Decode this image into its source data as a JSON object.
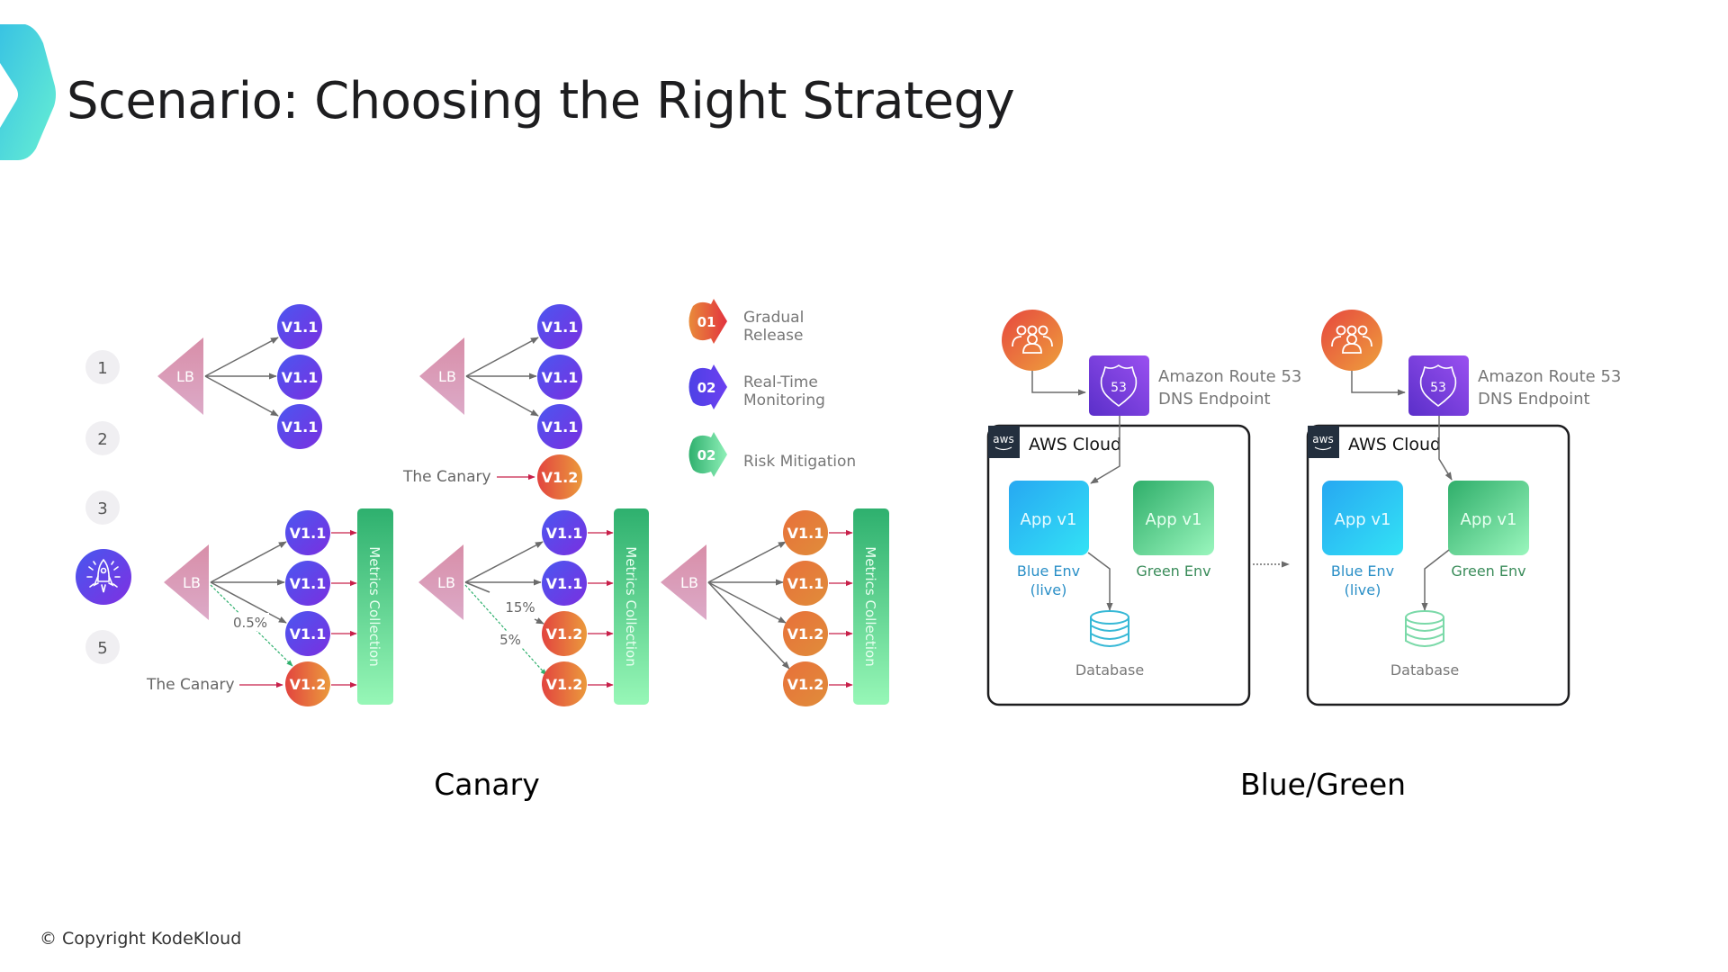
{
  "slide": {
    "title": "Scenario: Choosing the Right Strategy",
    "copyright": "© Copyright KodeKloud"
  },
  "colors": {
    "brand_chevron_top": "#3ec9e0",
    "brand_chevron_bottom": "#5fe8d4",
    "v11_purple": "#5b3fe6",
    "v12_orange": "#e8743a",
    "lb_pink": "#d99ab4",
    "metrics_green": "#49d48d",
    "route53_purple": "#7b3fe0",
    "users_orange": "#ec6b45",
    "blue_env": "#2fb8f0",
    "green_env": "#4fd08e",
    "arrow_red": "#c8204a",
    "arrow_gray": "#6b6b6b"
  },
  "canary": {
    "caption": "Canary",
    "steps": [
      {
        "label": "1",
        "icon": null
      },
      {
        "label": "2",
        "icon": null
      },
      {
        "label": "3",
        "icon": null
      },
      {
        "label": "",
        "icon": "rocket-icon",
        "active": true
      },
      {
        "label": "5",
        "icon": null
      }
    ],
    "top_stages": [
      {
        "lb": "LB",
        "nodes": [
          "V1.1",
          "V1.1",
          "V1.1"
        ],
        "canary_label": ""
      },
      {
        "lb": "LB",
        "nodes": [
          "V1.1",
          "V1.1",
          "V1.1",
          "V1.2"
        ],
        "canary_label": "The Canary"
      }
    ],
    "bottom_stages": [
      {
        "lb": "LB",
        "nodes": [
          "V1.1",
          "V1.1",
          "V1.1",
          "V1.2"
        ],
        "traffic_labels": [
          "0.5%"
        ],
        "canary_label": "The Canary",
        "metrics": "Metrics Collection"
      },
      {
        "lb": "LB",
        "nodes": [
          "V1.1",
          "V1.1",
          "V1.2",
          "V1.2"
        ],
        "traffic_labels": [
          "15%",
          "5%"
        ],
        "canary_label": "",
        "metrics": "Metrics Collection"
      },
      {
        "lb": "LB",
        "nodes": [
          "V1.1",
          "V1.1",
          "V1.2",
          "V1.2"
        ],
        "traffic_labels": [],
        "canary_label": "",
        "metrics": "Metrics Collection"
      }
    ],
    "legend": [
      {
        "badge": "01",
        "lines": [
          "Gradual",
          "Release"
        ],
        "color": "orange"
      },
      {
        "badge": "02",
        "lines": [
          "Real-Time",
          "Monitoring"
        ],
        "color": "purple"
      },
      {
        "badge": "02",
        "lines": [
          "Risk Mitigation"
        ],
        "color": "green"
      }
    ]
  },
  "blue_green": {
    "caption": "Blue/Green",
    "panels": [
      {
        "route53_lines": [
          "Amazon Route 53",
          "DNS Endpoint"
        ],
        "route53_badge": "53",
        "cloud_label": "AWS Cloud",
        "aws_tag": "aws",
        "blue_app": "App v1",
        "green_app": "App v1",
        "blue_label": [
          "Blue Env",
          "(live)"
        ],
        "green_label": [
          "Green Env"
        ],
        "database": "Database",
        "live": "blue"
      },
      {
        "route53_lines": [
          "Amazon Route 53",
          "DNS Endpoint"
        ],
        "route53_badge": "53",
        "cloud_label": "AWS Cloud",
        "aws_tag": "aws",
        "blue_app": "App v1",
        "green_app": "App v1",
        "blue_label": [
          "Blue Env",
          "(live)"
        ],
        "green_label": [
          "Green Env"
        ],
        "database": "Database",
        "live": "green"
      }
    ]
  }
}
